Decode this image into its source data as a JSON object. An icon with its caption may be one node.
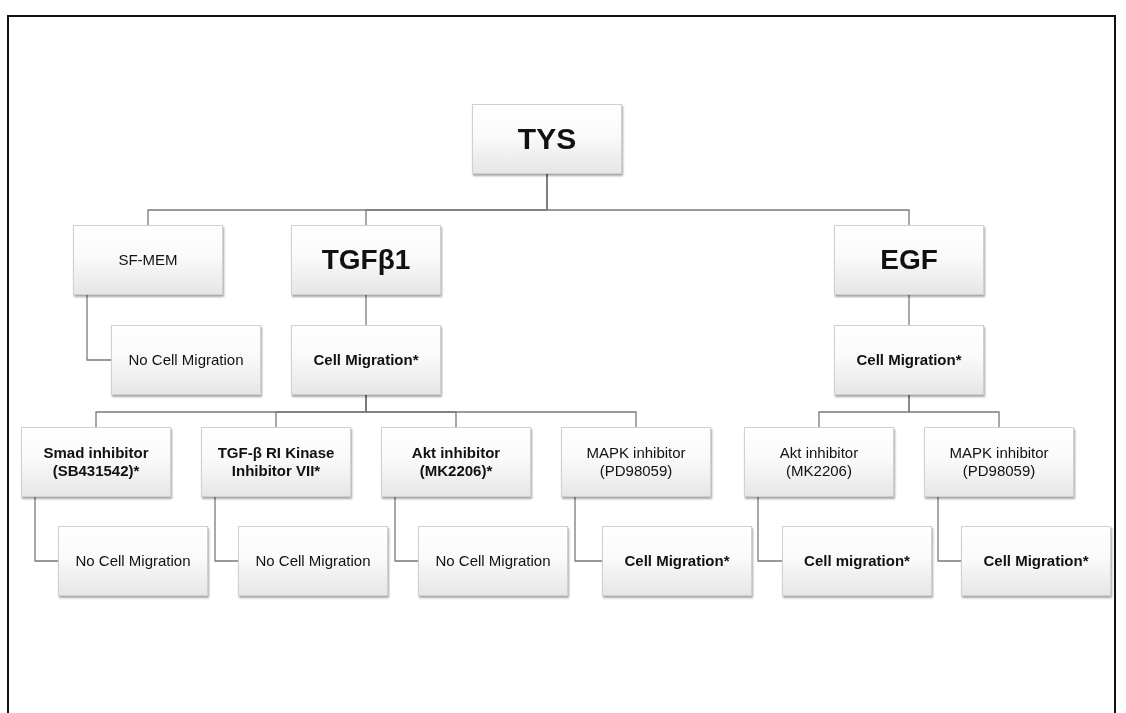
{
  "diagram": {
    "nodes": [
      {
        "text": [
          "TYS"
        ]
      },
      {
        "text": [
          "SF-MEM"
        ]
      },
      {
        "text": [
          "TGFβ1"
        ]
      },
      {
        "text": [
          "EGF"
        ]
      },
      {
        "text": [
          "No Cell Migration"
        ]
      },
      {
        "text": [
          "Cell Migration*"
        ]
      },
      {
        "text": [
          "Cell Migration*"
        ]
      },
      {
        "text": [
          "Smad inhibitor (SB431542)*"
        ]
      },
      {
        "text": [
          "TGF-β RI Kinase Inhibitor VII*"
        ]
      },
      {
        "text": [
          "Akt inhibitor (MK2206)*"
        ]
      },
      {
        "text": [
          "MAPK inhibitor (PD98059)"
        ]
      },
      {
        "text": [
          "Akt inhibitor (MK2206)"
        ]
      },
      {
        "text": [
          "MAPK inhibitor (PD98059)"
        ]
      },
      {
        "text": [
          "No Cell Migration"
        ]
      },
      {
        "text": [
          "No Cell Migration"
        ]
      },
      {
        "text": [
          "No Cell Migration"
        ]
      },
      {
        "text": [
          "Cell Migration*"
        ]
      },
      {
        "text": [
          "Cell migration*"
        ]
      },
      {
        "text": [
          "Cell Migration*"
        ]
      }
    ],
    "edges": [
      {
        "from": 0,
        "to": 1,
        "arrow": "none"
      },
      {
        "from": 0,
        "to": 2,
        "arrow": "none"
      },
      {
        "from": 0,
        "to": 3,
        "arrow": "none"
      },
      {
        "from": 1,
        "to": 4,
        "arrow": "none"
      },
      {
        "from": 2,
        "to": 5,
        "arrow": "none"
      },
      {
        "from": 3,
        "to": 6,
        "arrow": "none"
      },
      {
        "from": 5,
        "to": 7,
        "arrow": "none"
      },
      {
        "from": 5,
        "to": 8,
        "arrow": "none"
      },
      {
        "from": 5,
        "to": 9,
        "arrow": "none"
      },
      {
        "from": 5,
        "to": 10,
        "arrow": "none"
      },
      {
        "from": 6,
        "to": 11,
        "arrow": "none"
      },
      {
        "from": 6,
        "to": 12,
        "arrow": "none"
      },
      {
        "from": 7,
        "to": 13,
        "arrow": "none"
      },
      {
        "from": 8,
        "to": 14,
        "arrow": "none"
      },
      {
        "from": 9,
        "to": 15,
        "arrow": "none"
      },
      {
        "from": 10,
        "to": 16,
        "arrow": "none"
      },
      {
        "from": 11,
        "to": 17,
        "arrow": "none"
      },
      {
        "from": 12,
        "to": 18,
        "arrow": "none"
      }
    ]
  }
}
